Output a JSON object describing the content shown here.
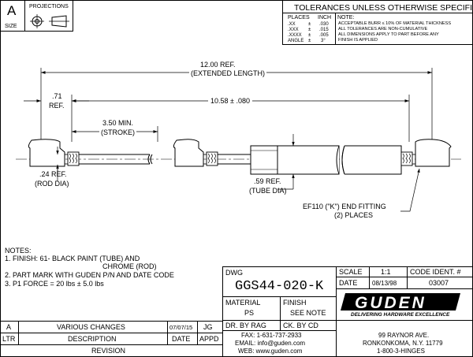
{
  "size_block": {
    "letter": "A",
    "size_label": "SIZE",
    "projections_label": "PROJECTIONS"
  },
  "tolerances": {
    "title": "TOLERANCES UNLESS OTHERWISE SPECIFIED:",
    "col_places": "PLACES",
    "col_inch": "INCH",
    "col_note": "NOTE:",
    "rows": [
      {
        "place": ".XX",
        "pm": "±",
        "val": ".030"
      },
      {
        "place": ".XXX",
        "pm": "±",
        "val": ".015"
      },
      {
        "place": ".XXXX",
        "pm": "±",
        "val": ".005"
      },
      {
        "place": "ANGLE",
        "pm": "±",
        "val": "3°"
      }
    ],
    "notes": [
      "ACCEPTABLE BURR ≤ 10% OF MATERIAL THICKNESS",
      "ALL TOLERANCES ARE NON-CUMULATIVE",
      "ALL DIMENSIONS APPLY TO PART BEFORE ANY",
      "FINISH IS APPLIED"
    ]
  },
  "dims": {
    "overall": "12.00 REF.",
    "overall_sub": "(EXTENDED LENGTH)",
    "center": "10.58 ± .080",
    "end_ref": ".71",
    "end_ref_sub": "REF.",
    "stroke": "3.50 MIN.",
    "stroke_sub": "(STROKE)",
    "rod_dia": ".24 REF.",
    "rod_dia_sub": "(ROD DIA)",
    "tube_dia": ".59 REF.",
    "tube_dia_sub": "(TUBE DIA)",
    "fitting": "EF110 (\"K\") END FITTING",
    "fitting_sub": "(2) PLACES"
  },
  "notes": {
    "title": "NOTES:",
    "lines": [
      "1. FINISH: 61- BLACK PAINT (TUBE) AND",
      "CHROME (ROD)",
      "2. PART MARK WITH GUDEN P/N AND DATE CODE",
      "3. P1 FORCE = 20 lbs ± 5.0 lbs"
    ]
  },
  "title_block": {
    "dwg_label": "DWG",
    "dwg_number": "GGS44-020-K",
    "scale_label": "SCALE",
    "scale_value": "1:1",
    "code_label": "CODE IDENT. #",
    "date_label": "DATE",
    "date_value": "08/13/98",
    "code_value": "03007",
    "material_label": "MATERIAL",
    "material_value": "PS",
    "finish_label": "FINISH",
    "finish_value": "SEE NOTE",
    "dr_by": "DR. BY  RAG",
    "ck_by": "CK. BY  CD",
    "logo": "GUDEN",
    "tagline": "DELIVERING HARDWARE EXCELLENCE",
    "fax": "FAX:  1-631-737-2933",
    "email": "EMAIL:  info@guden.com",
    "web": "WEB:  www.guden.com",
    "addr1": "99 RAYNOR AVE.",
    "addr2": "RONKONKOMA, N.Y. 11779",
    "addr3": "1-800-3-HINGES"
  },
  "revision": {
    "row": {
      "ltr": "A",
      "desc": "VARIOUS CHANGES",
      "date": "07/07/15",
      "appd": "JG"
    },
    "headers": {
      "ltr": "LTR",
      "desc": "DESCRIPTION",
      "date": "DATE",
      "appd": "APPD"
    },
    "title": "REVISION"
  }
}
